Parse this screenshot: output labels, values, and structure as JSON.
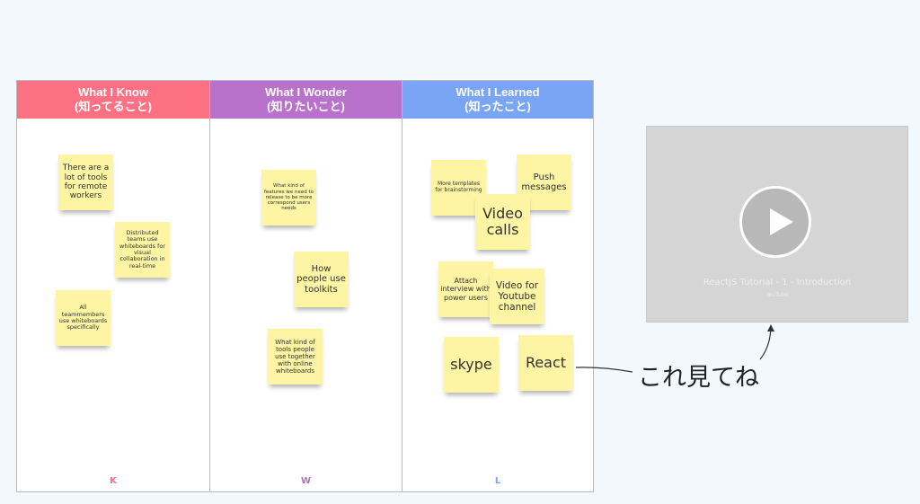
{
  "columns": [
    {
      "title": "What I Know",
      "subtitle": "(知ってること)",
      "letter": "K",
      "color": "#fd7183",
      "letter_color": "#f07090",
      "notes": [
        "There are a lot of tools for remote workers",
        "Distributed teams use whiteboards for visual collaboration in real-time",
        "All teammembers use whiteboards specifically"
      ]
    },
    {
      "title": "What I Wonder",
      "subtitle": "(知りたいこと)",
      "letter": "W",
      "color": "#b872cc",
      "letter_color": "#b070c8",
      "notes": [
        "What kind of features we need to release to be more correspond users needs",
        "How people use toolkits",
        "What kind of tools people use together with online whiteboards"
      ]
    },
    {
      "title": "What I Learned",
      "subtitle": "(知ったこと)",
      "letter": "L",
      "color": "#7aa5f5",
      "letter_color": "#7aa5f5",
      "notes": [
        "More templates for brainstorming",
        "Push messages",
        "Video calls",
        "Attach interview with power users",
        "Video for Youtube channel",
        "skype",
        "React"
      ]
    }
  ],
  "video": {
    "title": "ReactJS Tutorial - 1 - Introduction",
    "source": "YouTube"
  },
  "annotation": "これ見てね"
}
